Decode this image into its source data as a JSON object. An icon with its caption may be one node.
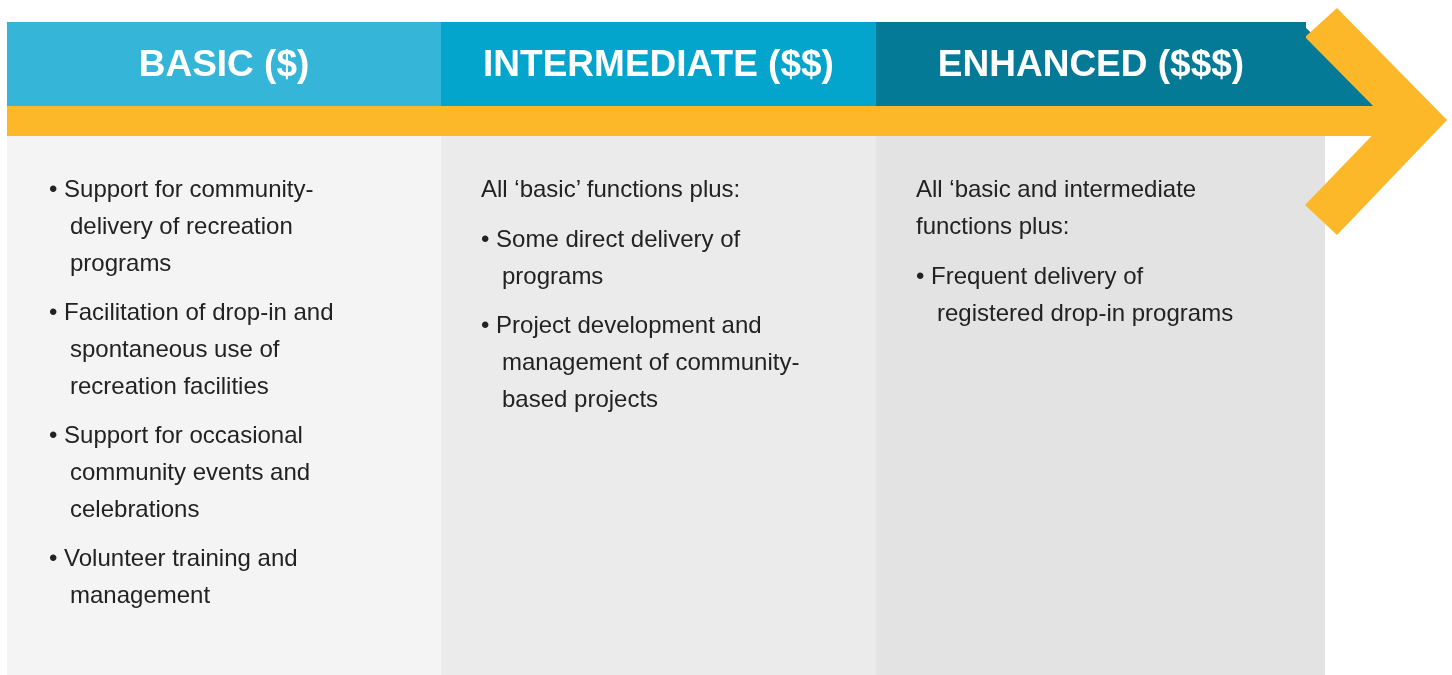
{
  "diagram": {
    "nodes": [
      {
        "text": [
          "BASIC ($)"
        ]
      },
      {
        "text": [
          "INTERMEDIATE ($$)"
        ]
      },
      {
        "text": [
          "ENHANCED ($$$)"
        ]
      },
      {
        "text": [
          "• Support for community-delivery of recreation programs",
          "• Facilitation of drop-in and spontaneous use of recreation facilities",
          "• Support for occasional community events and celebrations",
          "• Volunteer training and management"
        ]
      },
      {
        "text": [
          "All ‘basic’ functions plus:",
          "• Some direct delivery of programs",
          "• Project development and management of community-based projects"
        ]
      },
      {
        "text": [
          "All ‘basic and intermediate functions plus:",
          "• Frequent delivery of registered drop-in programs"
        ]
      }
    ],
    "edges": []
  }
}
